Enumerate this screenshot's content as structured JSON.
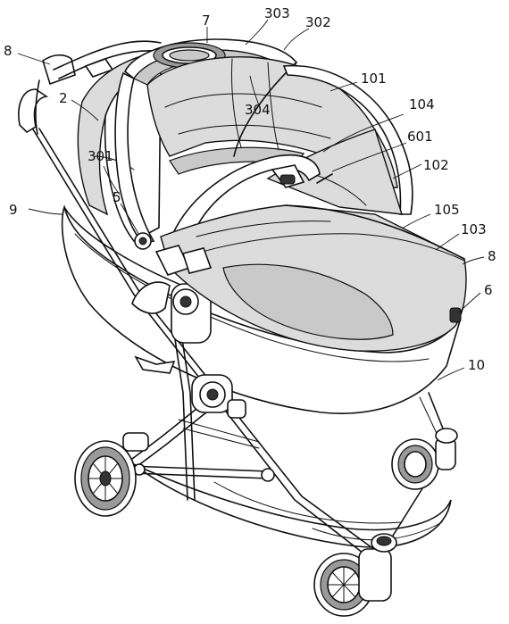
{
  "labels": {
    "l7": "7",
    "l303": "303",
    "l302": "302",
    "l8a": "8",
    "l101": "101",
    "l2": "2",
    "l304": "304",
    "l104": "104",
    "l601": "601",
    "l301": "301",
    "l102": "102",
    "l9": "9",
    "l5": "5",
    "l105": "105",
    "l103": "103",
    "l8b": "8",
    "l6": "6",
    "l10": "10"
  }
}
